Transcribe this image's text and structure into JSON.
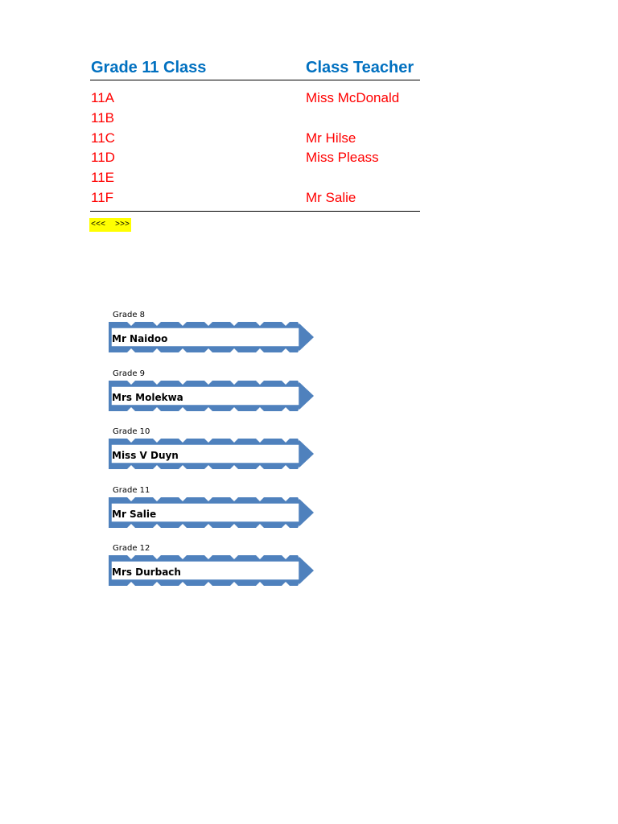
{
  "colors": {
    "header_text": "#0070c0",
    "row_text": "#ff0000",
    "nav_highlight": "#ffff00",
    "arrow_fill": "#4f81bd"
  },
  "table": {
    "headers": {
      "class": "Grade 11 Class",
      "teacher": "Class Teacher"
    },
    "rows": [
      {
        "class": "11A",
        "teacher": "Miss McDonald"
      },
      {
        "class": "11B",
        "teacher": ""
      },
      {
        "class": "11C",
        "teacher": "Mr Hilse"
      },
      {
        "class": "11D",
        "teacher": "Miss Pleass"
      },
      {
        "class": "11E",
        "teacher": ""
      },
      {
        "class": "11F",
        "teacher": "Mr Salie"
      }
    ]
  },
  "nav": {
    "label": "<<<  >>>"
  },
  "grades": [
    {
      "grade": "Grade 8",
      "teacher": "Mr Naidoo"
    },
    {
      "grade": "Grade 9",
      "teacher": "Mrs Molekwa"
    },
    {
      "grade": "Grade 10",
      "teacher": "Miss V Duyn"
    },
    {
      "grade": "Grade 11",
      "teacher": "Mr Salie"
    },
    {
      "grade": "Grade 12",
      "teacher": "Mrs Durbach"
    }
  ]
}
